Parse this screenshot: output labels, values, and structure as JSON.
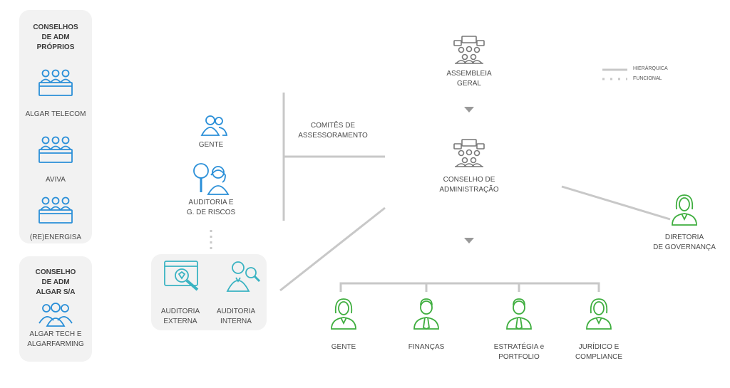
{
  "colors": {
    "blue": "#2a8fd8",
    "teal": "#3ab3c2",
    "green": "#3fae3f",
    "line": "#c8c8c8",
    "panel": "#f2f2f2"
  },
  "legend": {
    "hierarchical": "HIERÁRQUICA",
    "functional": "FUNCIONAL"
  },
  "left_panel": {
    "title": "CONSELHOS\nDE ADM\nPRÓPRIOS",
    "boards": [
      {
        "name": "ALGAR TELECOM",
        "icon": "board-meeting-icon"
      },
      {
        "name": "AVIVA",
        "icon": "board-meeting-icon"
      },
      {
        "name": "(RE)ENERGISA",
        "icon": "board-meeting-icon"
      }
    ]
  },
  "algar_panel": {
    "title": "CONSELHO\nDE ADM\nALGAR S/A",
    "icon": "group-icon",
    "label": "ALGAR TECH E\nALGARFARMING"
  },
  "committees": {
    "title": "COMITÊS DE\nASSESSORAMENTO",
    "items": [
      {
        "label": "GENTE",
        "icon": "people-icon"
      },
      {
        "label": "AUDITORIA E\nG. DE RISCOS",
        "icon": "auditor-magnifier-icon"
      }
    ]
  },
  "audit_panel": {
    "items": [
      {
        "label": "AUDITORIA\nEXTERNA",
        "icon": "audit-screen-icon"
      },
      {
        "label": "AUDITORIA\nINTERNA",
        "icon": "internal-auditor-icon"
      }
    ]
  },
  "assembly": {
    "label": "ASSEMBLEIA\nGERAL",
    "icon": "assembly-icon"
  },
  "council": {
    "label": "CONSELHO DE\nADMINISTRAÇÃO",
    "icon": "council-icon"
  },
  "governance": {
    "label": "DIRETORIA\nDE GOVERNANÇA",
    "icon": "woman-executive-icon"
  },
  "directors": [
    {
      "label": "GENTE",
      "icon": "woman-executive-icon"
    },
    {
      "label": "FINANÇAS",
      "icon": "man-executive-icon"
    },
    {
      "label": "ESTRATÉGIA e\nPORTFOLIO",
      "icon": "man-executive-icon"
    },
    {
      "label": "JURÍDICO E\nCOMPLIANCE",
      "icon": "woman-executive-icon"
    }
  ]
}
